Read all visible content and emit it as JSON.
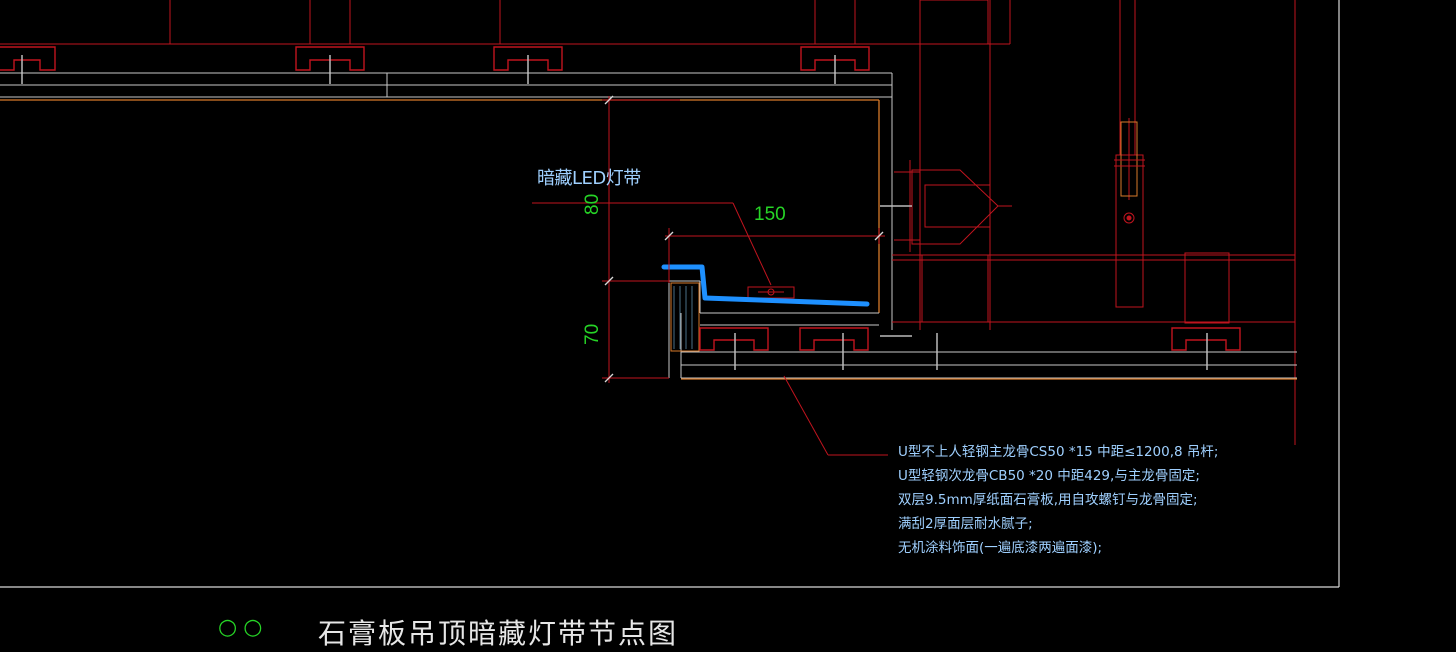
{
  "drawing": {
    "title": "石膏板吊顶暗藏灯带节点图",
    "detail_number": "○○"
  },
  "annotations": {
    "led_label": "暗藏LED灯带",
    "dimensions": {
      "width": "150",
      "upper_height": "80",
      "lower_height": "70"
    },
    "notes": [
      "U型不上人轻钢主龙骨CS50 *15 中距≤1200,8 吊杆;",
      "U型轻钢次龙骨CB50 *20  中距429,与主龙骨固定;",
      "双层9.5mm厚纸面石膏板,用自攻螺钉与龙骨固定;",
      "满刮2厚面层耐水腻子;",
      "无机涂料饰面(一遍底漆两遍面漆);"
    ]
  },
  "colors": {
    "background": "#000000",
    "frame": "#d8d8d8",
    "structure": "#c0141e",
    "board": "#c8c8c8",
    "wood": "#d87a2a",
    "led_strip": "#1e90ff",
    "dimension": "#26d426",
    "text": "#9fd0ff"
  }
}
